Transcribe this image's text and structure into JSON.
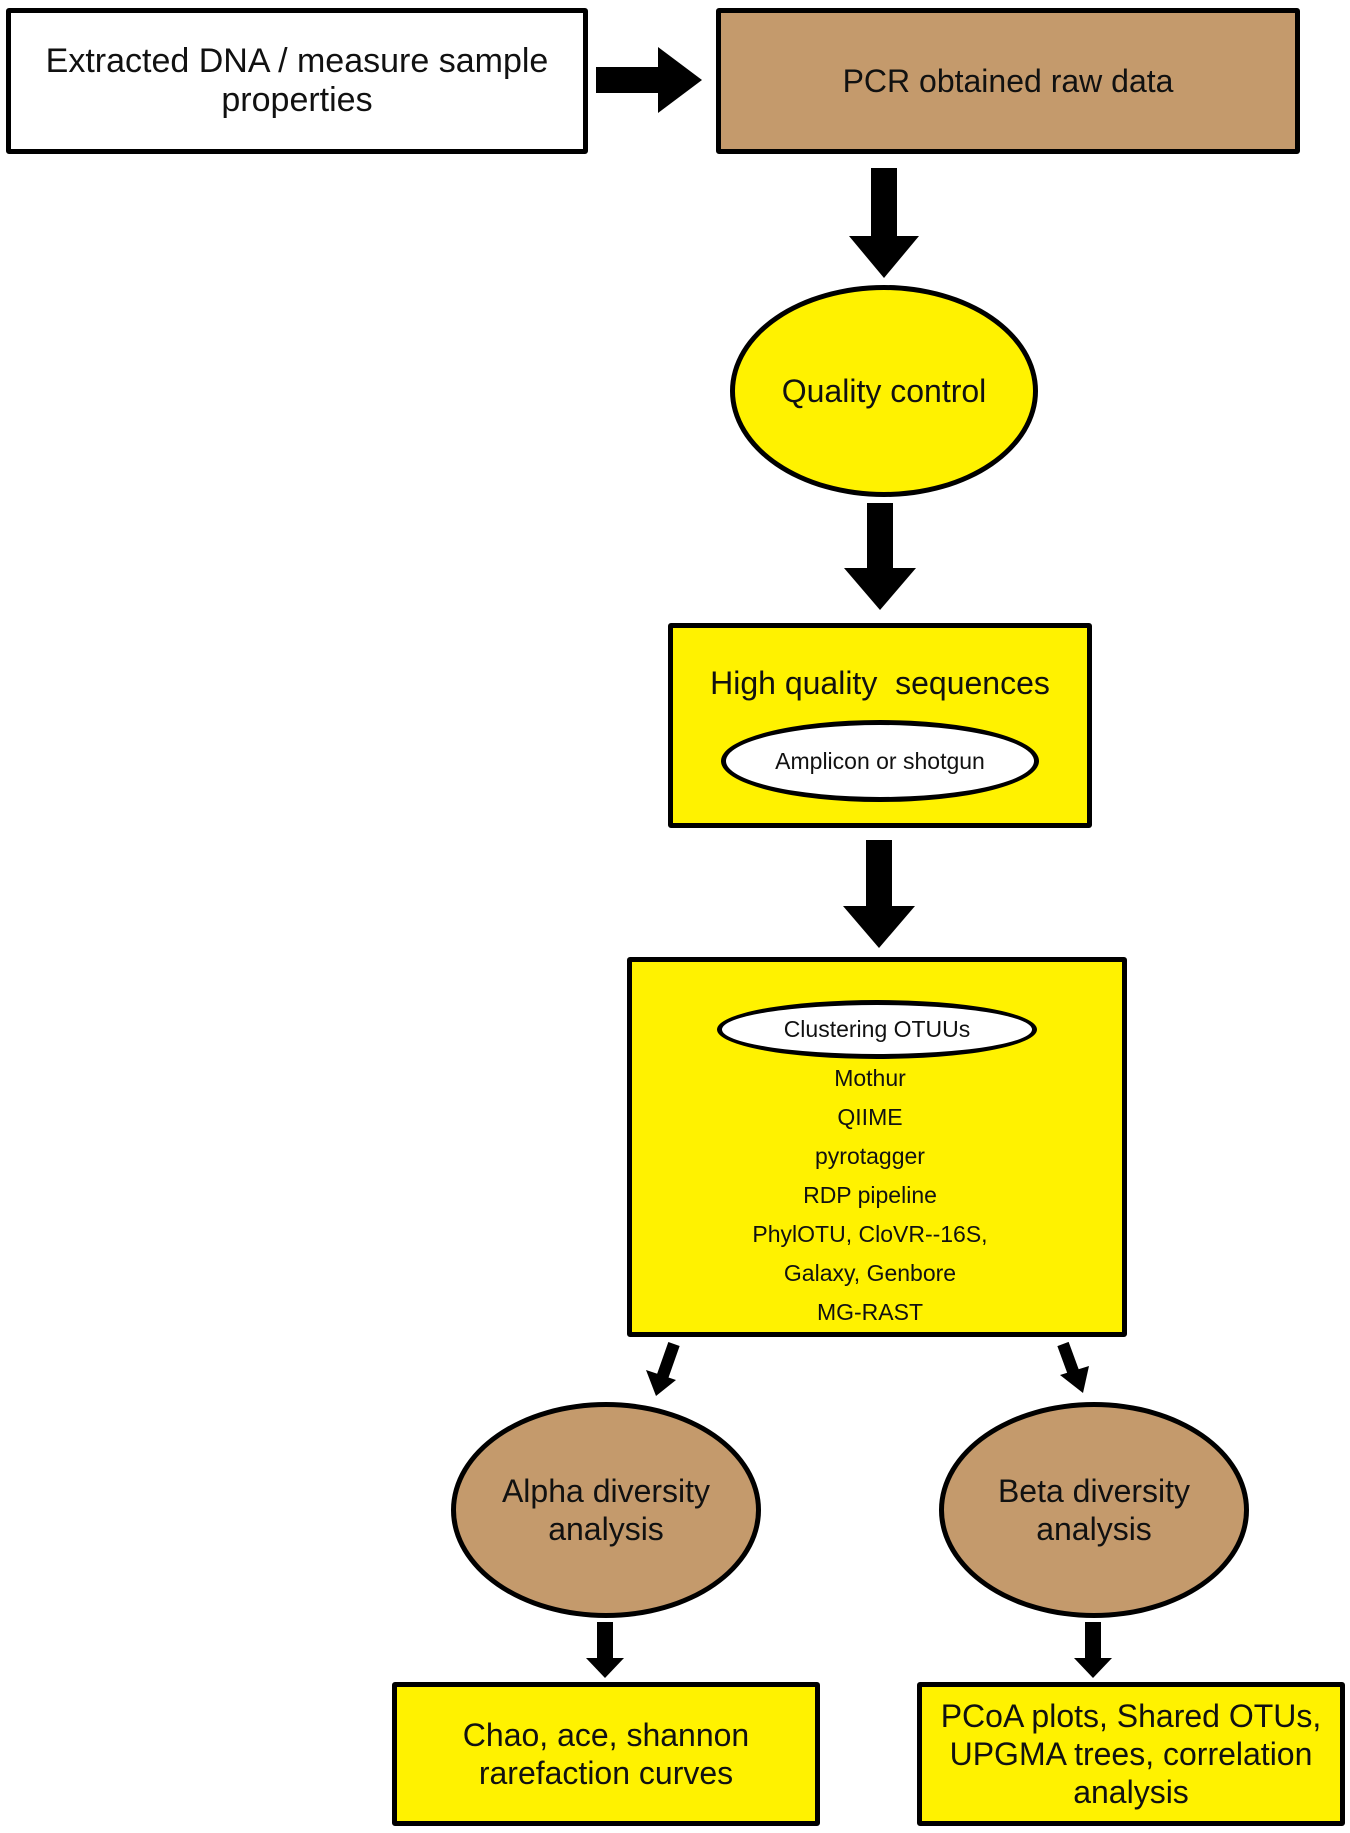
{
  "nodes": {
    "extract": {
      "text": "Extracted DNA / measure sample properties",
      "fill": "#ffffff"
    },
    "pcr": {
      "text": "PCR obtained raw data",
      "fill": "#c49a6c"
    },
    "quality": {
      "text": "Quality control",
      "fill": "#fff200"
    },
    "hq": {
      "title": "High quality  sequences",
      "sub": "Amplicon or shotgun",
      "fill": "#fff200"
    },
    "cluster": {
      "title": "Clustering OTUUs",
      "tools": [
        "Mothur",
        "QIIME",
        "pyrotagger",
        "RDP pipeline",
        "PhylOTU, CloVR--16S,",
        "Galaxy, Genbore",
        "MG-RAST"
      ],
      "fill": "#fff200"
    },
    "alpha": {
      "line1": "Alpha diversity",
      "line2": "analysis",
      "fill": "#c49a6c"
    },
    "beta": {
      "line1": "Beta diversity",
      "line2": "analysis",
      "fill": "#c49a6c"
    },
    "alpha_out": {
      "line1": "Chao, ace, shannon",
      "line2": "rarefaction curves",
      "fill": "#fff200"
    },
    "beta_out": {
      "line1": "PCoA plots, Shared OTUs,",
      "line2": "UPGMA trees, correlation",
      "line3": "analysis",
      "fill": "#fff200"
    }
  }
}
